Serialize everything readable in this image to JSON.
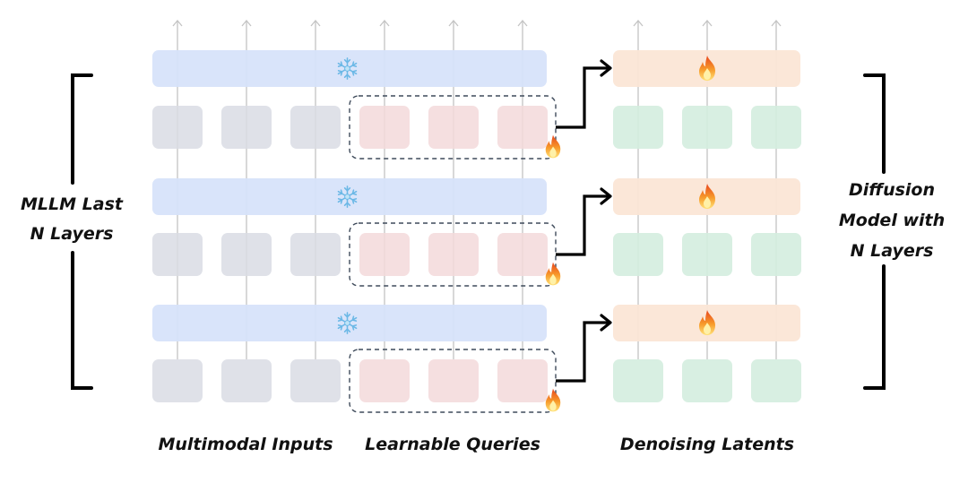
{
  "diagram": {
    "left_group_label": [
      "MLLM Last",
      "N Layers"
    ],
    "right_group_label": [
      "Diffusion",
      "Model with",
      "N Layers"
    ],
    "bottom_labels": {
      "multimodal_inputs": "Multimodal Inputs",
      "learnable_queries": "Learnable Queries",
      "denoising_latents": "Denoising Latents"
    },
    "layer_count": 3,
    "mllm_tokens": {
      "multimodal_inputs_per_layer": 3,
      "learnable_queries_per_layer": 3
    },
    "diffusion_tokens_per_layer": 3,
    "icons": {
      "frozen": "snowflake-icon",
      "trainable": "fire-icon",
      "frozen_glyph": "❄",
      "trainable_glyph": "🔥"
    },
    "colors": {
      "mllm_layer": "#d6e2fa",
      "multimodal_token": "#d9dce4",
      "query_token": "#f3d9da",
      "diffusion_layer": "#fbe6d6",
      "latent_token": "#d4eddf",
      "dashed_border": "#3e4a5a",
      "connector": "#000000",
      "flow_line": "#c4c4c4",
      "snowflake": "#7fc4ea",
      "fire": "#f07a1a"
    }
  }
}
